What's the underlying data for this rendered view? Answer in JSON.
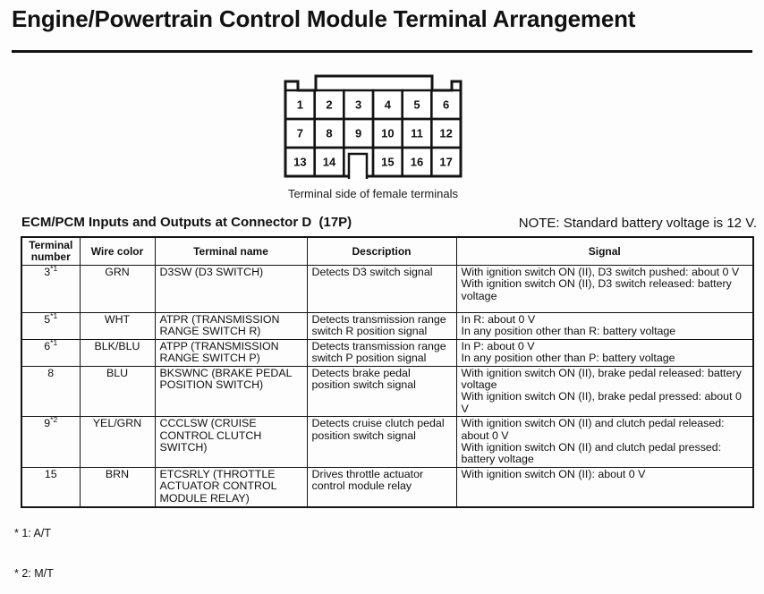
{
  "page": {
    "title": "Engine/Powertrain Control Module Terminal Arrangement",
    "section_heading": "ECM/PCM Inputs and Outputs at Connector D  (17P)",
    "note": "NOTE: Standard battery voltage is 12 V.",
    "footnote_1": "* 1: A/T",
    "footnote_2": "* 2: M/T"
  },
  "connector": {
    "caption": "Terminal side of female terminals",
    "rows": [
      [
        "1",
        "2",
        "3",
        "4",
        "5",
        "6"
      ],
      [
        "7",
        "8",
        "9",
        "10",
        "11",
        "12"
      ],
      [
        "13",
        "14",
        "",
        "15",
        "16",
        "17"
      ]
    ]
  },
  "table": {
    "headers": [
      "Terminal number",
      "Wire color",
      "Terminal name",
      "Description",
      "Signal"
    ],
    "rows": [
      {
        "terminal": "3",
        "terminal_sup": "*1",
        "wire_color": "GRN",
        "terminal_name": "D3SW (D3 SWITCH)",
        "description": "Detects D3 switch signal",
        "signal": [
          "With ignition switch ON (II), D3 switch pushed: about 0 V",
          "With ignition switch ON (II), D3 switch released: battery voltage"
        ]
      },
      {
        "terminal": "5",
        "terminal_sup": "*1",
        "wire_color": "WHT",
        "terminal_name": "ATPR (TRANSMISSION RANGE SWITCH R)",
        "description": "Detects transmission range switch R position signal",
        "signal": [
          "In R: about 0 V",
          "In any position other than R: battery voltage"
        ]
      },
      {
        "terminal": "6",
        "terminal_sup": "*1",
        "wire_color": "BLK/BLU",
        "terminal_name": "ATPP (TRANSMISSION RANGE SWITCH P)",
        "description": "Detects transmission range switch P position signal",
        "signal": [
          "In P: about 0 V",
          "In any position other than P: battery voltage"
        ]
      },
      {
        "terminal": "8",
        "terminal_sup": "",
        "wire_color": "BLU",
        "terminal_name": "BKSWNC (BRAKE PEDAL POSITION SWITCH)",
        "description": "Detects brake pedal position switch signal",
        "signal": [
          "With ignition switch ON (II), brake pedal released: battery voltage",
          "With ignition switch ON (II), brake pedal pressed: about 0 V"
        ]
      },
      {
        "terminal": "9",
        "terminal_sup": "*2",
        "wire_color": "YEL/GRN",
        "terminal_name": "CCCLSW (CRUISE CONTROL CLUTCH SWITCH)",
        "description": "Detects cruise clutch pedal position switch signal",
        "signal": [
          "With ignition switch ON (II) and clutch pedal released: about 0 V",
          "With ignition switch ON (II) and clutch pedal pressed: battery voltage"
        ]
      },
      {
        "terminal": "15",
        "terminal_sup": "",
        "wire_color": "BRN",
        "terminal_name": "ETCSRLY (THROTTLE ACTUATOR CONTROL MODULE RELAY)",
        "description": "Drives throttle actuator control module relay",
        "signal": [
          "With ignition switch ON (II): about 0 V"
        ]
      }
    ]
  },
  "colors": {
    "ink": "#111111",
    "paper": "#fdfdfd"
  }
}
